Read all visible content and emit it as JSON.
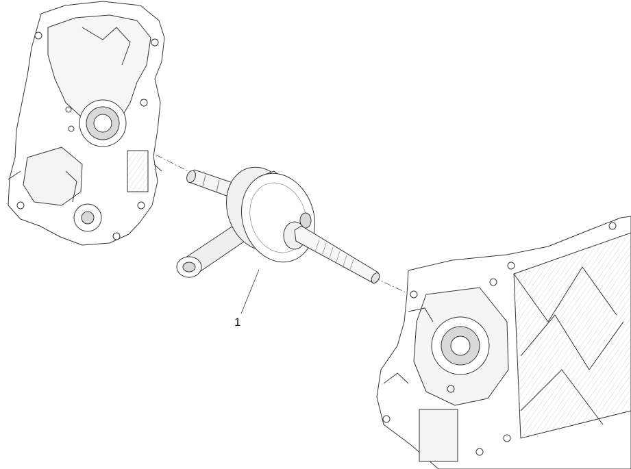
{
  "diagram": {
    "parts": [
      {
        "callout": "1",
        "kind": "crankshaft-with-connecting-rod"
      }
    ],
    "components": [
      "left-crankcase-half",
      "crankshaft-assembly",
      "right-crankcase-half"
    ],
    "colors": {
      "line": "#333333",
      "fill": "#ffffff",
      "shade": "#d9d9d9",
      "centerline": "#555555"
    }
  }
}
